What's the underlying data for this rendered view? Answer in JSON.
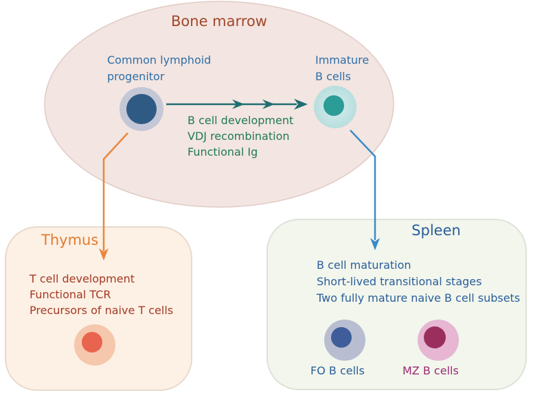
{
  "bone_marrow": {
    "title": "Bone marrow",
    "clp_label": [
      "Common lymphoid",
      "progenitor"
    ],
    "immature_label": [
      "Immature",
      "B cells"
    ],
    "development": [
      "B cell development",
      "VDJ recombination",
      "Functional Ig"
    ]
  },
  "thymus": {
    "title": "Thymus",
    "lines": [
      "T cell development",
      "Functional TCR",
      "Precursors of naive T cells"
    ]
  },
  "spleen": {
    "title": "Spleen",
    "lines": [
      "B cell maturation",
      "Short-lived transitional stages",
      "Two fully mature naive B cell subsets"
    ],
    "fo_label": "FO B cells",
    "mz_label": "MZ B cells"
  },
  "colors": {
    "bone_marrow_title": "#a0472b",
    "blue_text": "#2e6fa8",
    "green_text": "#1f7a55",
    "thymus_title": "#e07b32",
    "thymus_text": "#a33a25",
    "spleen_title": "#2a5d9a",
    "mz_text": "#9b2a74",
    "teal_arrow": "#1e6e72",
    "orange_arrow": "#e8873f",
    "blue_arrow": "#3a8cc8"
  }
}
